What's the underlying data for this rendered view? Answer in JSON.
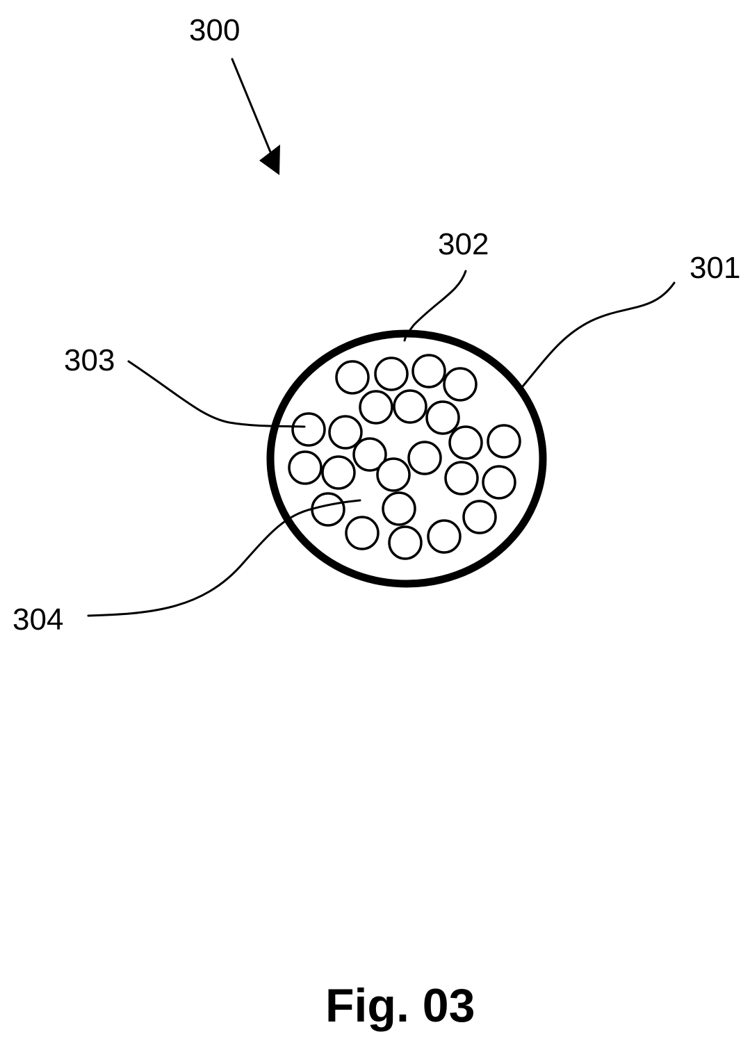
{
  "figure": {
    "caption": "Fig. 03",
    "labels": {
      "assembly": "300",
      "outer_shell": "301",
      "inner_region": "302",
      "particle": "303",
      "void_space": "304"
    },
    "colors": {
      "line": "#000000",
      "background": "#ffffff"
    }
  }
}
